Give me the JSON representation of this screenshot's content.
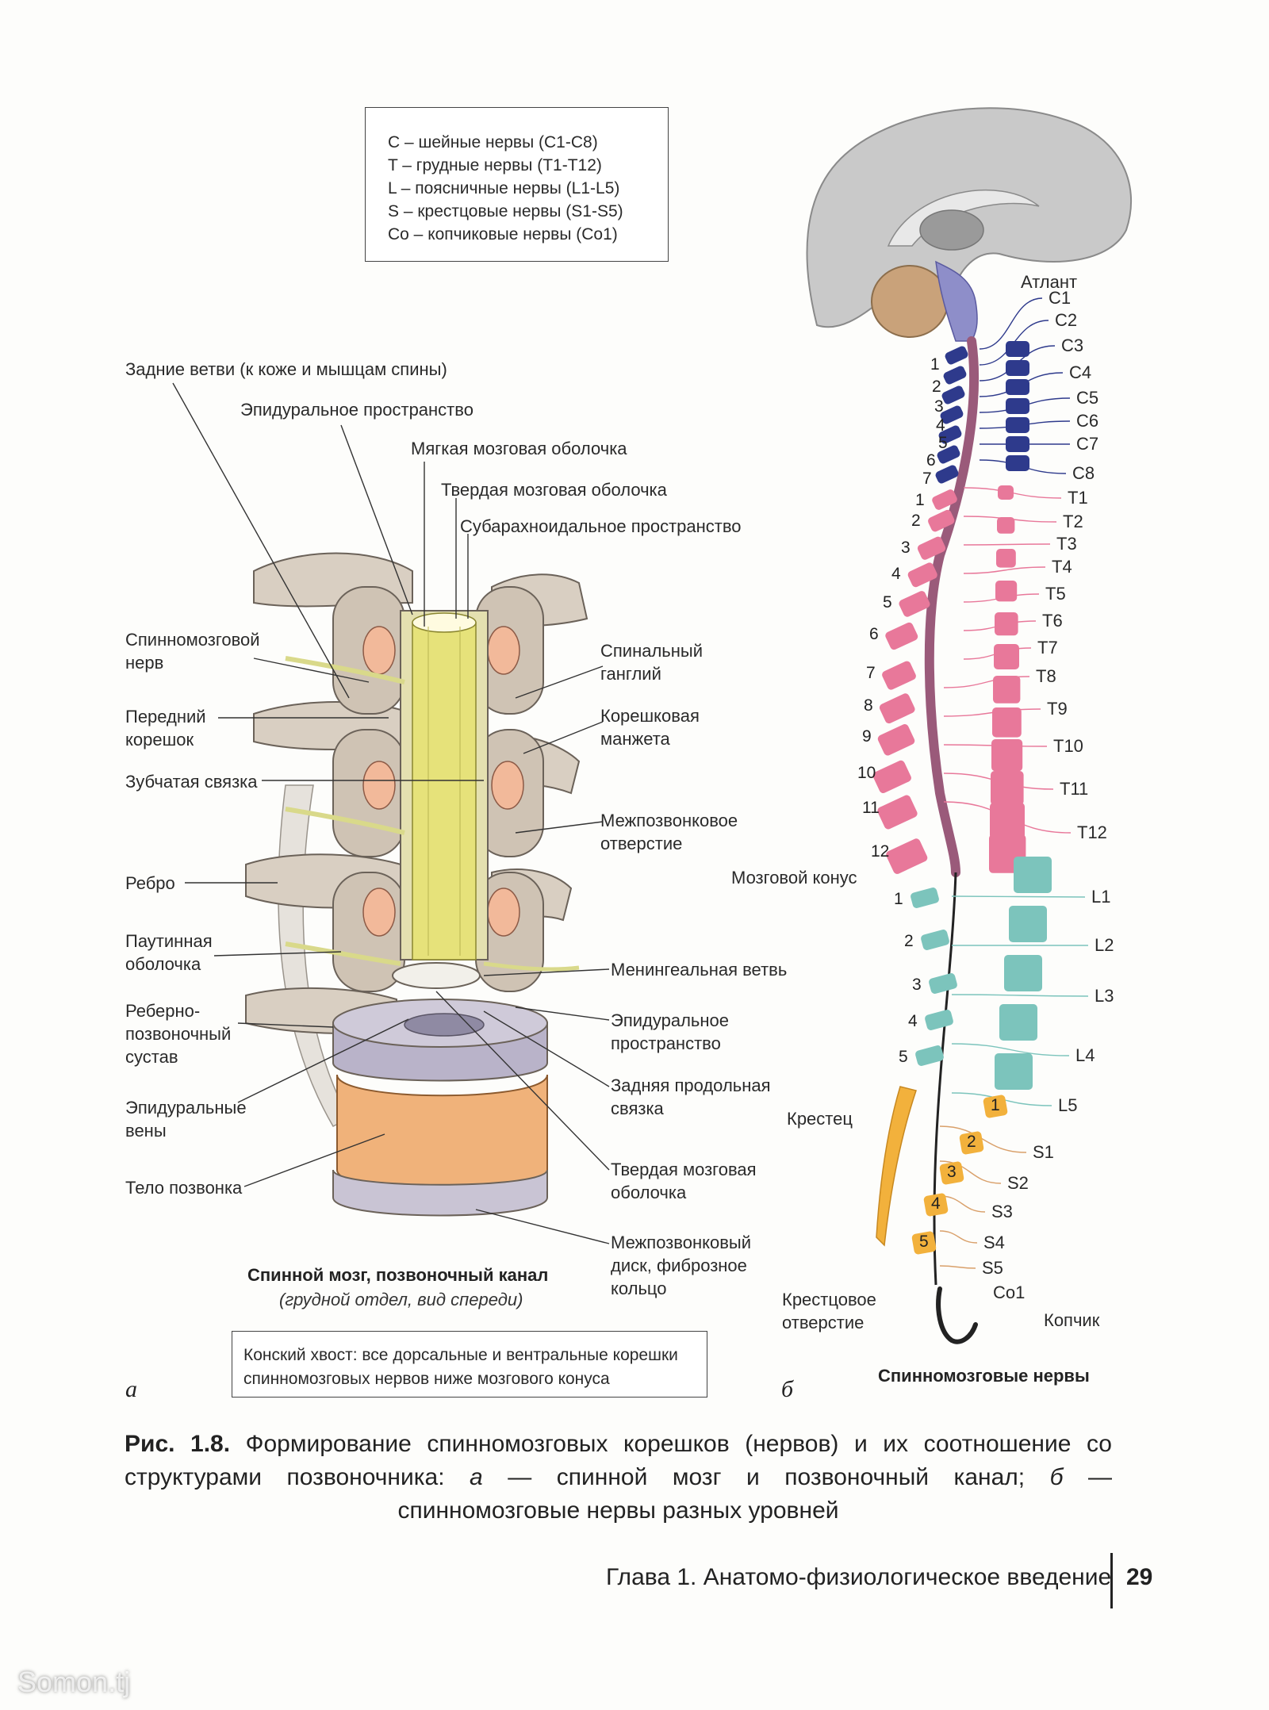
{
  "legend": [
    "C – шейные нервы (C1-C8)",
    "T – грудные нервы (T1-T12)",
    "L – поясничные нервы (L1-L5)",
    "S – крестцовые нервы (S1-S5)",
    "Co – копчиковые нервы (Co1)"
  ],
  "panel_a": {
    "top_labels": [
      "Задние ветви (к коже и мышцам спины)",
      "Эпидуральное пространство",
      "Мягкая мозговая оболочка",
      "Твердая мозговая оболочка",
      "Субарахноидальное пространство"
    ],
    "left_labels": [
      "Спинномозговой\nнерв",
      "Передний\nкорешок",
      "Зубчатая связка",
      "Ребро",
      "Паутинная\nоболочка",
      "Реберно-\nпозвоночный\nсустав",
      "Эпидуральные\nвены",
      "Тело позвонка"
    ],
    "right_labels": [
      "Спинальный\nганглий",
      "Корешковая\nманжета",
      "Межпозвонковое\nотверстие",
      "Менингеальная ветвь",
      "Эпидуральное\nпространство",
      "Задняя продольная\nсвязка",
      "Твердая мозговая\nоболочка",
      "Межпозвонковый\nдиск, фиброзное\nкольцо"
    ],
    "title": "Спинной мозг, позвоночный канал",
    "subtitle": "(грудной отдел, вид спереди)",
    "note": "Конский хвост: все дорсальные и вентральные корешки\nспинномозговых нервов ниже мозгового конуса",
    "letter": "а"
  },
  "panel_b": {
    "atlas": "Атлант",
    "cervical": [
      "C1",
      "C2",
      "C3",
      "C4",
      "C5",
      "C6",
      "C7",
      "C8"
    ],
    "thoracic": [
      "T1",
      "T2",
      "T3",
      "T4",
      "T5",
      "T6",
      "T7",
      "T8",
      "T9",
      "T10",
      "T11",
      "T12"
    ],
    "lumbar": [
      "L1",
      "L2",
      "L3",
      "L4",
      "L5"
    ],
    "sacral": [
      "S1",
      "S2",
      "S3",
      "S4",
      "S5"
    ],
    "coccygeal": "Co1",
    "cervical_vertebrae": [
      "1",
      "2",
      "3",
      "4",
      "5",
      "6",
      "7"
    ],
    "thoracic_vertebrae": [
      "1",
      "2",
      "3",
      "4",
      "5",
      "6",
      "7",
      "8",
      "9",
      "10",
      "11",
      "12"
    ],
    "lumbar_vertebrae": [
      "1",
      "2",
      "3",
      "4",
      "5"
    ],
    "sacral_numbers": [
      "1",
      "2",
      "3",
      "4",
      "5"
    ],
    "conus": "Мозговой конус",
    "sacrum": "Крестец",
    "sacral_hiatus": "Крестцовое\nотверстие",
    "coccyx": "Копчик",
    "title": "Спинномозговые нервы",
    "letter": "б"
  },
  "caption": {
    "prefix": "Рис. 1.8.",
    "part1": " Формирование спинномозговых корешков (нервов) и их соотношение со структурами позвоночника: ",
    "a": "а",
    "part2": " — спинной мозг и позвоночный канал; ",
    "b": "б",
    "part3": " — спинномозговые нервы разных уровней"
  },
  "footer": {
    "chapter": "Глава 1. Анатомо-физиологическое введение",
    "page": "29"
  },
  "watermark": "Somon.tj",
  "colors": {
    "cervical": "#2e3a8c",
    "thoracic": "#e8789a",
    "lumbar": "#7cc4bc",
    "sacral": "#f2b13c",
    "brain": "#c9c9c9",
    "cerebellum": "#c9a27a",
    "bone": "#d9cfc2",
    "cord": "#e6e27a",
    "disc": "#b9b3c9",
    "body": "#f0b27a"
  }
}
